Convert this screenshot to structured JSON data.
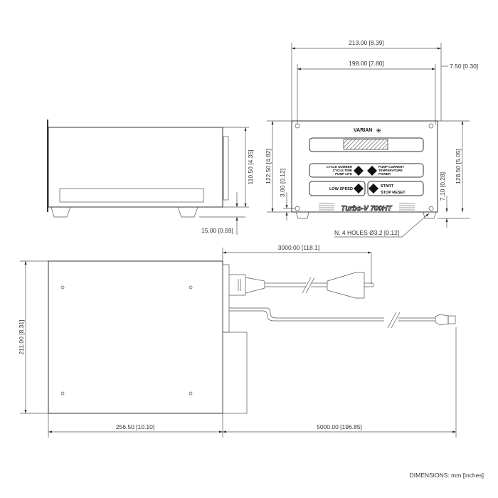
{
  "dimensions": {
    "front_width": "213.00 [8.39]",
    "front_hole_spacing": "198.00 [7.80]",
    "front_hole_offset": "7.50 [0.30]",
    "front_height_left": "122.50 [4.82]",
    "front_hole_bottom": "3.00 [0.12]",
    "front_height_right": "128.50 [5.05]",
    "front_foot": "7.10 [0.28]",
    "holes_note": "N. 4 HOLES  Ø3.2 [0.12]",
    "side_height": "110.50 [4.35]",
    "side_foot": "15.00 [0.59]",
    "cable_power": "3000.00 [118.1]",
    "top_depth": "211.00 [8.31]",
    "top_length": "256.50 [10.10]",
    "cable_length": "5000.00 [196.85]"
  },
  "panel": {
    "brand": "VARIAN",
    "left_button_lines": [
      "CYCLE NUMBER",
      "CYCLE TIME",
      "PUMP LIFE"
    ],
    "right_button_lines": [
      "PUMP CURRENT",
      "TEMPERATURE",
      "POWER"
    ],
    "low_speed": "LOW SPEED",
    "start": "START",
    "stop_reset": "STOP RESET",
    "model": "Turbo-V 700HT"
  },
  "units_note": "DIMENSIONS: mm [inches]"
}
